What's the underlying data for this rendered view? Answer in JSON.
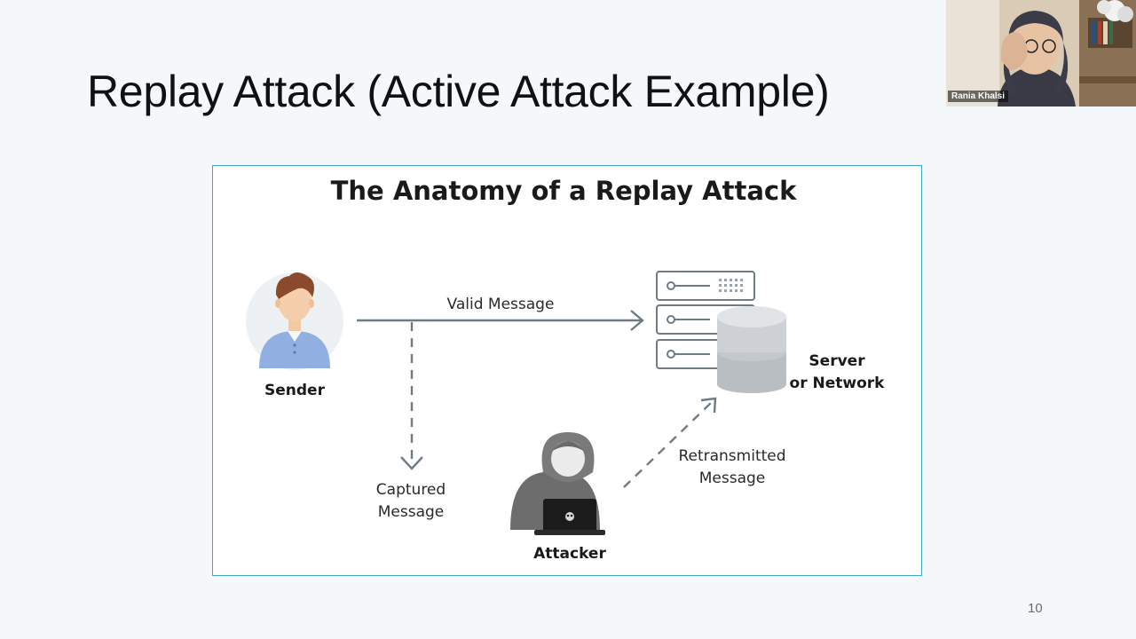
{
  "slide": {
    "title": "Replay Attack (Active Attack Example)",
    "page_number": "10"
  },
  "figure": {
    "title": "The Anatomy of a Replay Attack",
    "valid_message": "Valid Message",
    "sender": "Sender",
    "server_line1": "Server",
    "server_line2": "or Network",
    "captured_line1": "Captured",
    "captured_line2": "Message",
    "retransmitted_line1": "Retransmitted",
    "retransmitted_line2": "Message",
    "attacker": "Attacker"
  },
  "video": {
    "participant_name": "Rania Khalsi"
  },
  "colors": {
    "frame_border": "#3fa7c2",
    "arrow": "#6f7b82",
    "sender_shirt": "#8fb0e0",
    "sender_hair": "#8a4a2b",
    "server_outline": "#6f7b82",
    "database": "#b9bec3",
    "attacker_hood": "#6d6d6d"
  }
}
